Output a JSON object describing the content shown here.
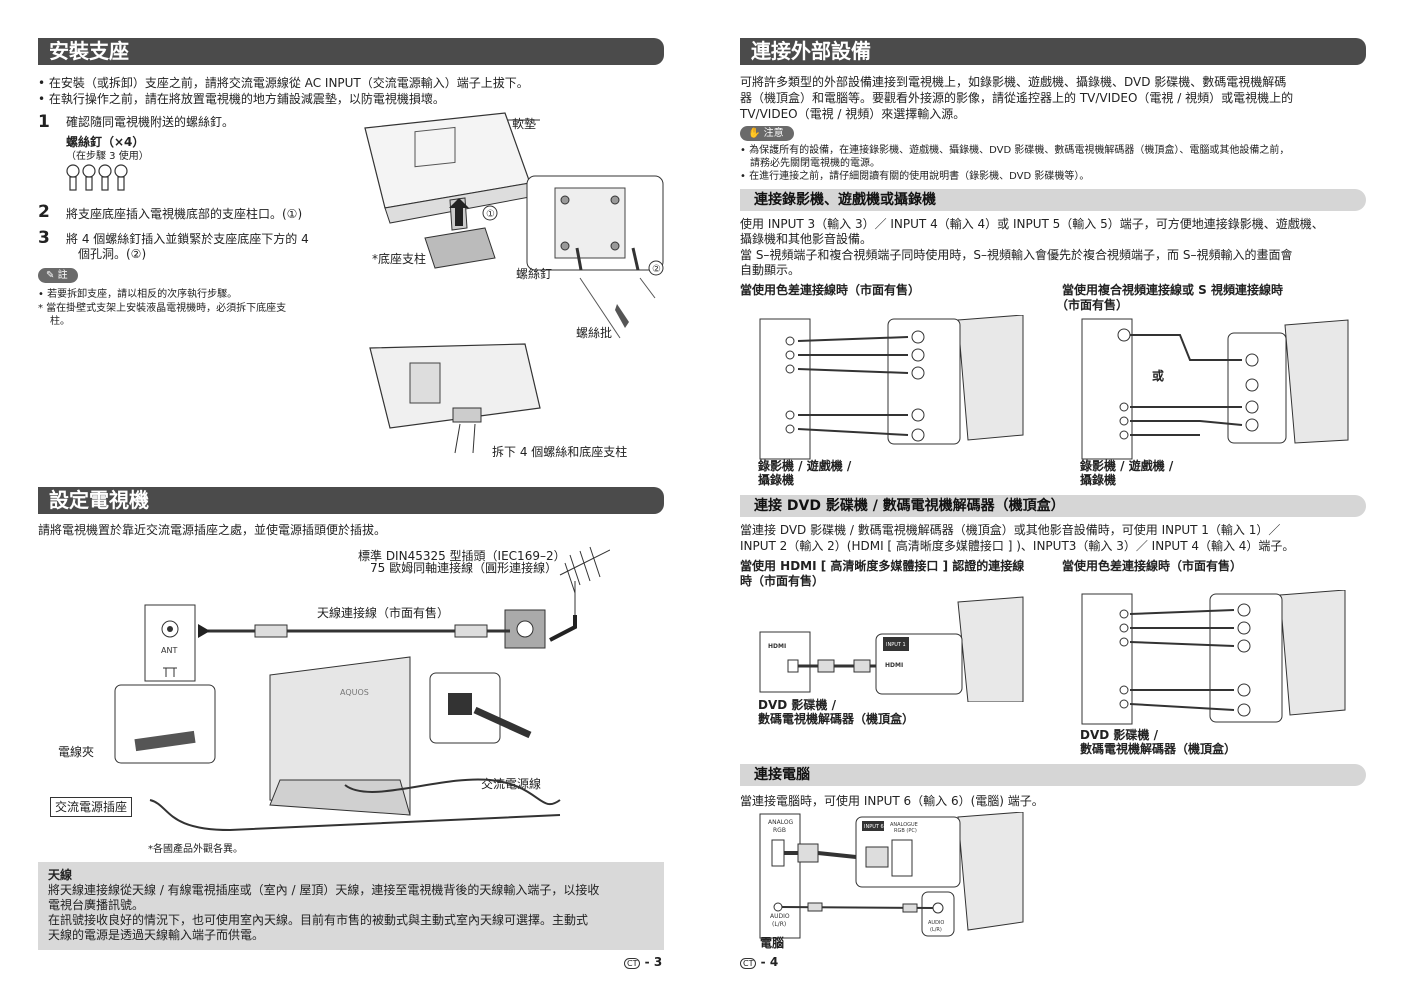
{
  "left": {
    "install": {
      "title": "安裝支座",
      "bullets": [
        "• 在安裝（或拆卸）支座之前，請將交流電源線從 AC INPUT（交流電源輸入）端子上拔下。",
        "• 在執行操作之前，請在將放置電視機的地方鋪設減震墊，以防電視機損壞。"
      ],
      "step1": "確認隨同電視機附送的螺絲釘。",
      "screw_title": "螺絲釘（×4）",
      "screw_note": "（在步驟 3 使用）",
      "step2": "將支座底座插入電視機底部的支座柱口。(①)",
      "step3a": "將 4 個螺絲釘插入並鎖緊於支座底座下方的 4",
      "step3b": "個孔洞。(②)",
      "note_label": "註",
      "notes": [
        "• 若要拆卸支座，請以相反的次序執行步驟。",
        "* 當在掛壁式支架上安裝液晶電視機時，必須拆下底座支",
        "柱。"
      ],
      "labels": {
        "pad": "軟墊",
        "post": "*底座支柱",
        "screw": "螺絲釘",
        "driver": "螺絲批",
        "remove": "拆下 4 個螺絲和底座支柱",
        "c1": "①",
        "c2": "②"
      }
    },
    "setup": {
      "title": "設定電視機",
      "intro": "請將電視機置於靠近交流電源插座之處，並使電源插頭便於插拔。",
      "labels": {
        "plug1": "標準 DIN45325 型插頭（IEC169–2）",
        "plug2": "75 歐姆同軸連接線（圓形連接線）",
        "cable": "天線連接線（市面有售）",
        "ant": "ANT",
        "clamp": "電線夾",
        "outlet": "交流電源插座",
        "ac": "交流電源線",
        "vary": "*各國產品外觀各異。",
        "brand": "AQUOS"
      },
      "antenna_title": "天線",
      "antenna_lines": [
        "將天線連接線從天線 / 有線電視插座或（室內 / 屋頂）天線，連接至電視機背後的天線輸入端子，以接收",
        "電視台廣播訊號。",
        "在訊號接收良好的情況下，也可使用室內天線。目前有市售的被動式與主動式室內天線可選擇。主動式",
        "天線的電源是透過天線輸入端子而供電。"
      ]
    },
    "page": "3"
  },
  "right": {
    "title": "連接外部設備",
    "intro_lines": [
      "可將許多類型的外部設備連接到電視機上，如錄影機、遊戲機、攝錄機、DVD 影碟機、數碼電視機解碼",
      "器（機頂盒）和電腦等。要觀看外接源的影像，請從遙控器上的 TV/VIDEO（電視 / 視頻）或電視機上的",
      "TV/VIDEO（電視 / 視頻）來選擇輸入源。"
    ],
    "caution_label": "注意",
    "caution_lines": [
      "• 為保護所有的設備，在連接錄影機、遊戲機、攝錄機、DVD 影碟機、數碼電視機解碼器（機頂盒）、電腦或其他設備之前，",
      "請務必先關閉電視機的電源。",
      "• 在進行連接之前，請仔細閱讀有關的使用說明書（錄影機、DVD 影碟機等）。"
    ],
    "vcr": {
      "title": "連接錄影機、遊戲機或攝錄機",
      "lines": [
        "使用 INPUT 3（輸入 3）／ INPUT 4（輸入 4）或 INPUT 5（輸入 5）端子，可方便地連接錄影機、遊戲機、",
        "攝錄機和其他影音設備。",
        "當 S–視頻端子和複合視頻端子同時使用時，S–視頻輸入會優先於複合視頻端子，而 S–視頻輸入的畫面會",
        "自動顯示。"
      ],
      "comp_head": "當使用色差連接線時（市面有售）",
      "comp2_head1": "當使用複合視頻連接線或 S 視頻連接線時",
      "comp2_head2": "（市面有售）",
      "dev1": "錄影機 / 遊戲機 /",
      "dev2": "攝錄機",
      "or": "或"
    },
    "dvd": {
      "title": "連接 DVD 影碟機 / 數碼電視機解碼器（機頂盒）",
      "lines": [
        "當連接 DVD 影碟機 / 數碼電視機解碼器（機頂盒）或其他影音設備時，可使用 INPUT 1（輸入 1）／",
        "INPUT 2（輸入 2）(HDMI [ 高清晰度多媒體接口 ] )、INPUT3（輸入 3）／ INPUT 4（輸入 4）端子。"
      ],
      "hdmi_head1": "當使用 HDMI [ 高清晰度多媒體接口 ] 認證的連接線",
      "hdmi_head2": "時（市面有售）",
      "comp_head": "當使用色差連接線時（市面有售）",
      "dev1": "DVD 影碟機 /",
      "dev2": "數碼電視機解碼器（機頂盒）",
      "hdmi": "HDMI",
      "input1": "INPUT 1"
    },
    "pc": {
      "title": "連接電腦",
      "line": "當連接電腦時，可使用 INPUT 6（輸入 6）(電腦) 端子。",
      "analog": "ANALOG",
      "rgb": "RGB",
      "input6": "INPUT 6",
      "analog_pc": "ANALOGUE",
      "rgb_pc": "RGB (PC)",
      "audio": "AUDIO",
      "lr": "(L/R)",
      "dev": "電腦"
    },
    "page": "4"
  },
  "page_prefix": "CT"
}
